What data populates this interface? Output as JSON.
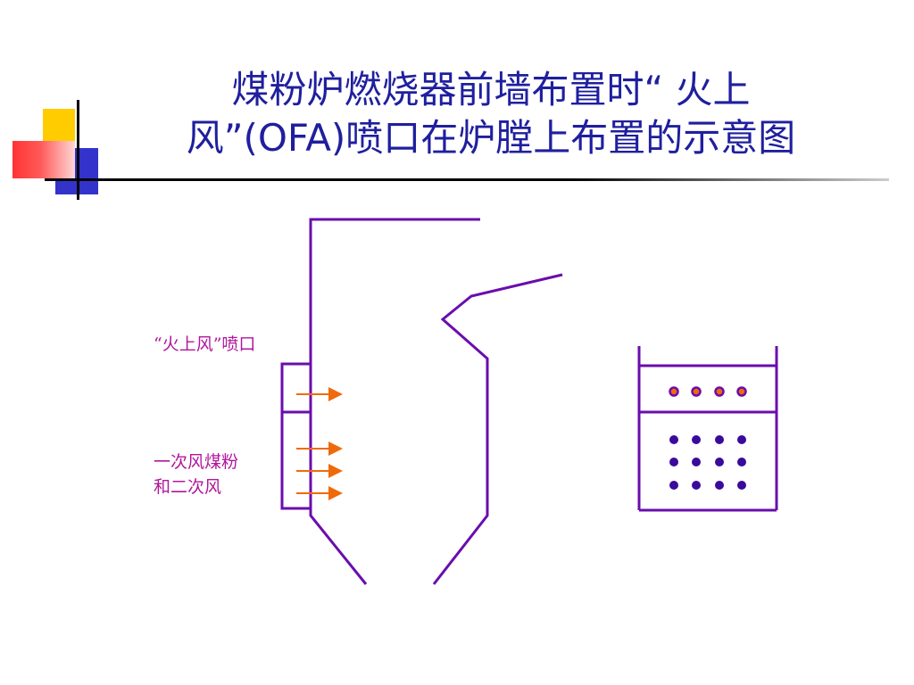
{
  "slide": {
    "title_line1": "煤粉炉燃烧器前墙布置时“  火上",
    "title_line2": "风”(OFA)喷口在炉膛上布置的示意图"
  },
  "labels": {
    "ofa_nozzle": "“火上风”喷口",
    "primary_line1": "一次风煤粉",
    "primary_line2": "和二次风"
  },
  "colors": {
    "furnace_line": "#6a0dad",
    "arrow": "#f06a0a",
    "label_text": "#b0179b",
    "nozzle_ofa_fill": "#f06a0a",
    "nozzle_ofa_stroke": "#6a0dad",
    "nozzle_primary_fill": "#3a0a9c",
    "title_text": "#1f1f9e"
  },
  "front_view": {
    "ofa_nozzles": 4,
    "primary_rows": 3,
    "primary_cols": 4
  }
}
